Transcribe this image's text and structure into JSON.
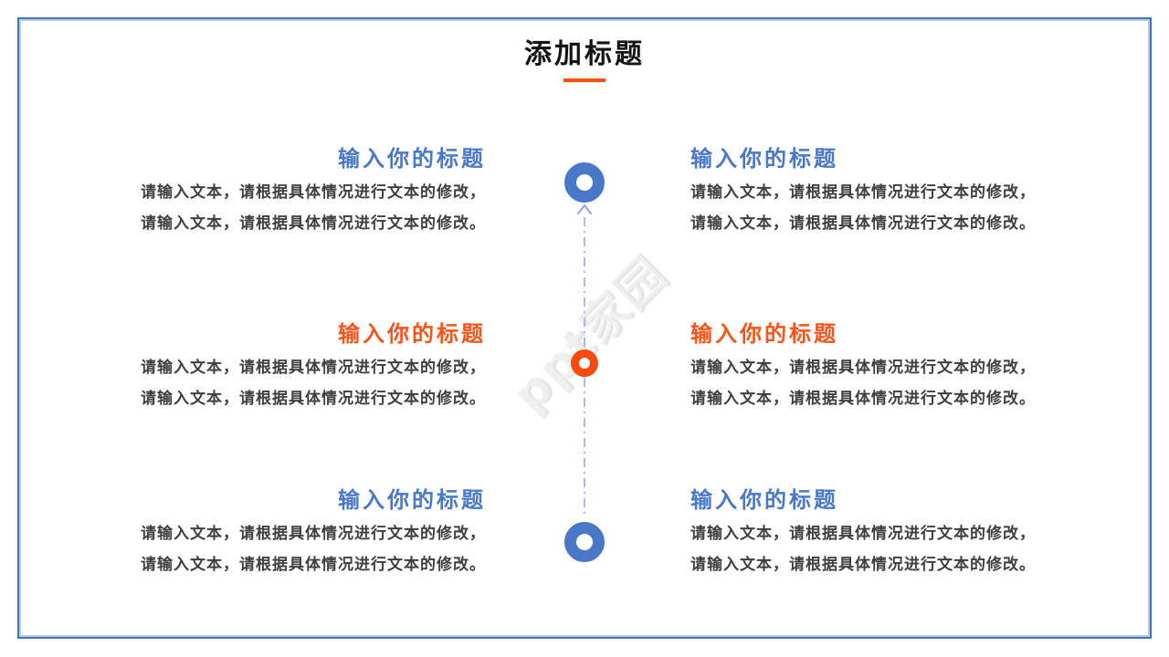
{
  "page": {
    "title": "添加标题",
    "watermark": "ppt家园"
  },
  "colors": {
    "accent_blue": "#4a78c8",
    "accent_orange": "#ff5318",
    "underline_orange": "#ff4d12",
    "marker_orange": "#fa4a0e",
    "body_text": "#3f3f3f",
    "dash_line": "#a9bce9",
    "border_outer": "#4472c4",
    "border_inner": "#b8cbee"
  },
  "timeline": {
    "markers": [
      {
        "position": "top",
        "shape": "ring",
        "color": "blue",
        "size": "large"
      },
      {
        "position": "middle",
        "shape": "ring",
        "color": "orange",
        "size": "small"
      },
      {
        "position": "bottom",
        "shape": "ring",
        "color": "blue",
        "size": "large"
      }
    ],
    "connector_style": "vertical dash-dot line with upward arrow"
  },
  "blocks": [
    {
      "position": "left-top",
      "accent": "blue",
      "title": "输入你的标题",
      "line1": "请输入文本，请根据具体情况进行文本的修改，",
      "line2": "请输入文本，请根据具体情况进行文本的修改。"
    },
    {
      "position": "right-top",
      "accent": "blue",
      "title": "输入你的标题",
      "line1": "请输入文本，请根据具体情况进行文本的修改，",
      "line2": "请输入文本，请根据具体情况进行文本的修改。"
    },
    {
      "position": "left-middle",
      "accent": "orange",
      "title": "输入你的标题",
      "line1": "请输入文本，请根据具体情况进行文本的修改，",
      "line2": "请输入文本，请根据具体情况进行文本的修改。"
    },
    {
      "position": "right-middle",
      "accent": "orange",
      "title": "输入你的标题",
      "line1": "请输入文本，请根据具体情况进行文本的修改，",
      "line2": "请输入文本，请根据具体情况进行文本的修改。"
    },
    {
      "position": "left-bottom",
      "accent": "blue",
      "title": "输入你的标题",
      "line1": "请输入文本，请根据具体情况进行文本的修改，",
      "line2": "请输入文本，请根据具体情况进行文本的修改。"
    },
    {
      "position": "right-bottom",
      "accent": "blue",
      "title": "输入你的标题",
      "line1": "请输入文本，请根据具体情况进行文本的修改，",
      "line2": "请输入文本，请根据具体情况进行文本的修改。"
    }
  ]
}
